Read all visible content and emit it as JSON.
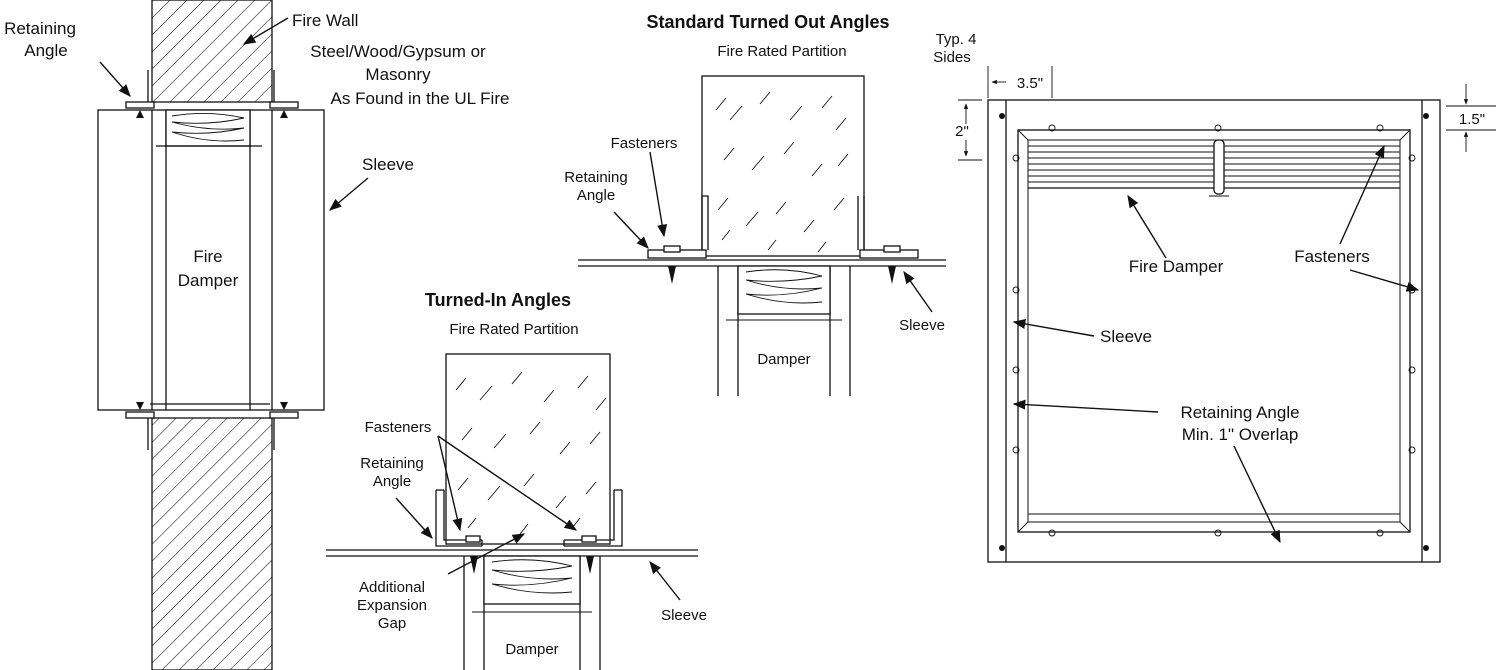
{
  "left_view": {
    "retaining_angle": [
      "Retaining",
      "Angle"
    ],
    "fire_wall": [
      "Fire Wall",
      "Steel/Wood/Gypsum or",
      "Masonry",
      "As Found in the UL Fire"
    ],
    "sleeve": "Sleeve",
    "fire_damper": [
      "Fire",
      "Damper"
    ]
  },
  "standard_view": {
    "title": "Standard Turned Out Angles",
    "partition": "Fire Rated Partition",
    "fasteners": "Fasteners",
    "retaining_angle": [
      "Retaining",
      "Angle"
    ],
    "sleeve": "Sleeve",
    "damper": "Damper"
  },
  "turned_in_view": {
    "title": "Turned-In Angles",
    "partition": "Fire Rated Partition",
    "fasteners": "Fasteners",
    "retaining_angle": [
      "Retaining",
      "Angle"
    ],
    "expansion_gap": [
      "Additional",
      "Expansion",
      "Gap"
    ],
    "sleeve": "Sleeve",
    "damper": "Damper"
  },
  "front_view": {
    "typ_sides": [
      "Typ. 4",
      "Sides"
    ],
    "dim_35": "3.5\"",
    "dim_2": "2\"",
    "dim_15": "1.5\"",
    "fire_damper": "Fire Damper",
    "fasteners": "Fasteners",
    "sleeve": "Sleeve",
    "retaining_angle": [
      "Retaining Angle",
      "Min. 1\" Overlap"
    ]
  }
}
